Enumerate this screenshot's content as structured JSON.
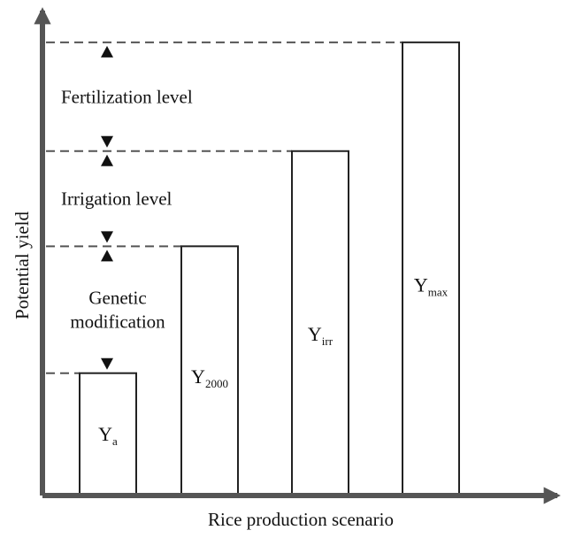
{
  "chart_data": {
    "type": "bar",
    "xlabel": "Rice production scenario",
    "ylabel": "Potential yield",
    "title": "",
    "y_ticks_shown": false,
    "grid": false,
    "categories": [
      {
        "main": "Y",
        "sub": "a"
      },
      {
        "main": "Y",
        "sub": "2000"
      },
      {
        "main": "Y",
        "sub": "irr"
      },
      {
        "main": "Y",
        "sub": "max"
      }
    ],
    "values": [
      27,
      55,
      76,
      100
    ],
    "ylim": [
      0,
      107
    ],
    "gap_annotations": [
      {
        "lines": [
          "Genetic",
          "modification"
        ],
        "from": 27,
        "to": 55
      },
      {
        "lines": [
          "Irrigation level"
        ],
        "from": 55,
        "to": 76
      },
      {
        "lines": [
          "Fertilization level"
        ],
        "from": 76,
        "to": 100
      }
    ],
    "colors": {
      "axis": "#555555",
      "bar_fill": "#ffffff",
      "bar_stroke": "#222222",
      "guide_line": "#555555",
      "arrow": "#111111"
    }
  }
}
